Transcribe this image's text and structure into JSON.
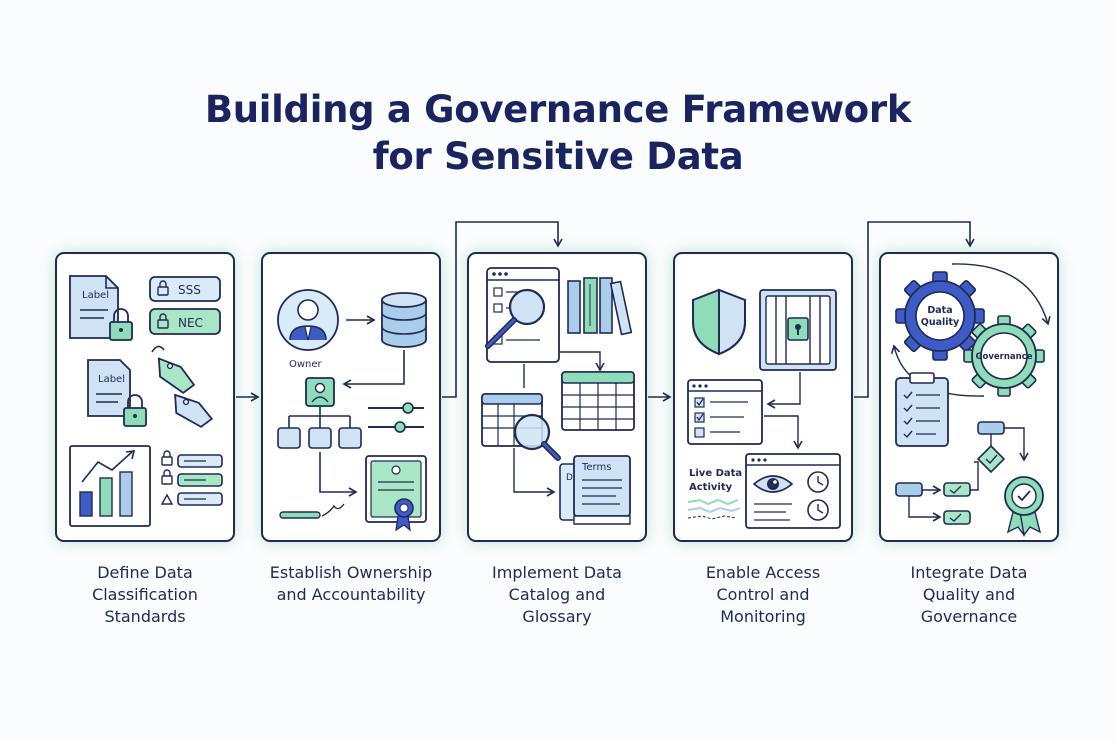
{
  "title": {
    "line1": "Building a Governance Framework",
    "line2": "for Sensitive Data"
  },
  "colors": {
    "navy": "#1f2a55",
    "title": "#1a2461",
    "green": "#8fdcb8",
    "blue": "#a9cdea",
    "royal": "#3f5bc7"
  },
  "steps": [
    {
      "caption": [
        "Define Data",
        "Classification",
        "Standards"
      ],
      "labels": {
        "doc1": "Label",
        "doc2": "Label",
        "tag1": "SSS",
        "tag2": "NEC"
      }
    },
    {
      "caption": [
        "Establish Ownership",
        "and Accountability"
      ],
      "labels": {
        "owner": "Owner"
      }
    },
    {
      "caption": [
        "Implement Data",
        "Catalog and",
        "Glossary"
      ],
      "labels": {
        "terms": "Terms",
        "back": "De"
      }
    },
    {
      "caption": [
        "Enable Access",
        "Control and",
        "Monitoring"
      ],
      "labels": {
        "live1": "Live Data",
        "live2": "Activity"
      }
    },
    {
      "caption": [
        "Integrate Data",
        "Quality and",
        "Governance"
      ],
      "labels": {
        "gear1a": "Data",
        "gear1b": "Quality",
        "gear2": "Governance"
      }
    }
  ]
}
